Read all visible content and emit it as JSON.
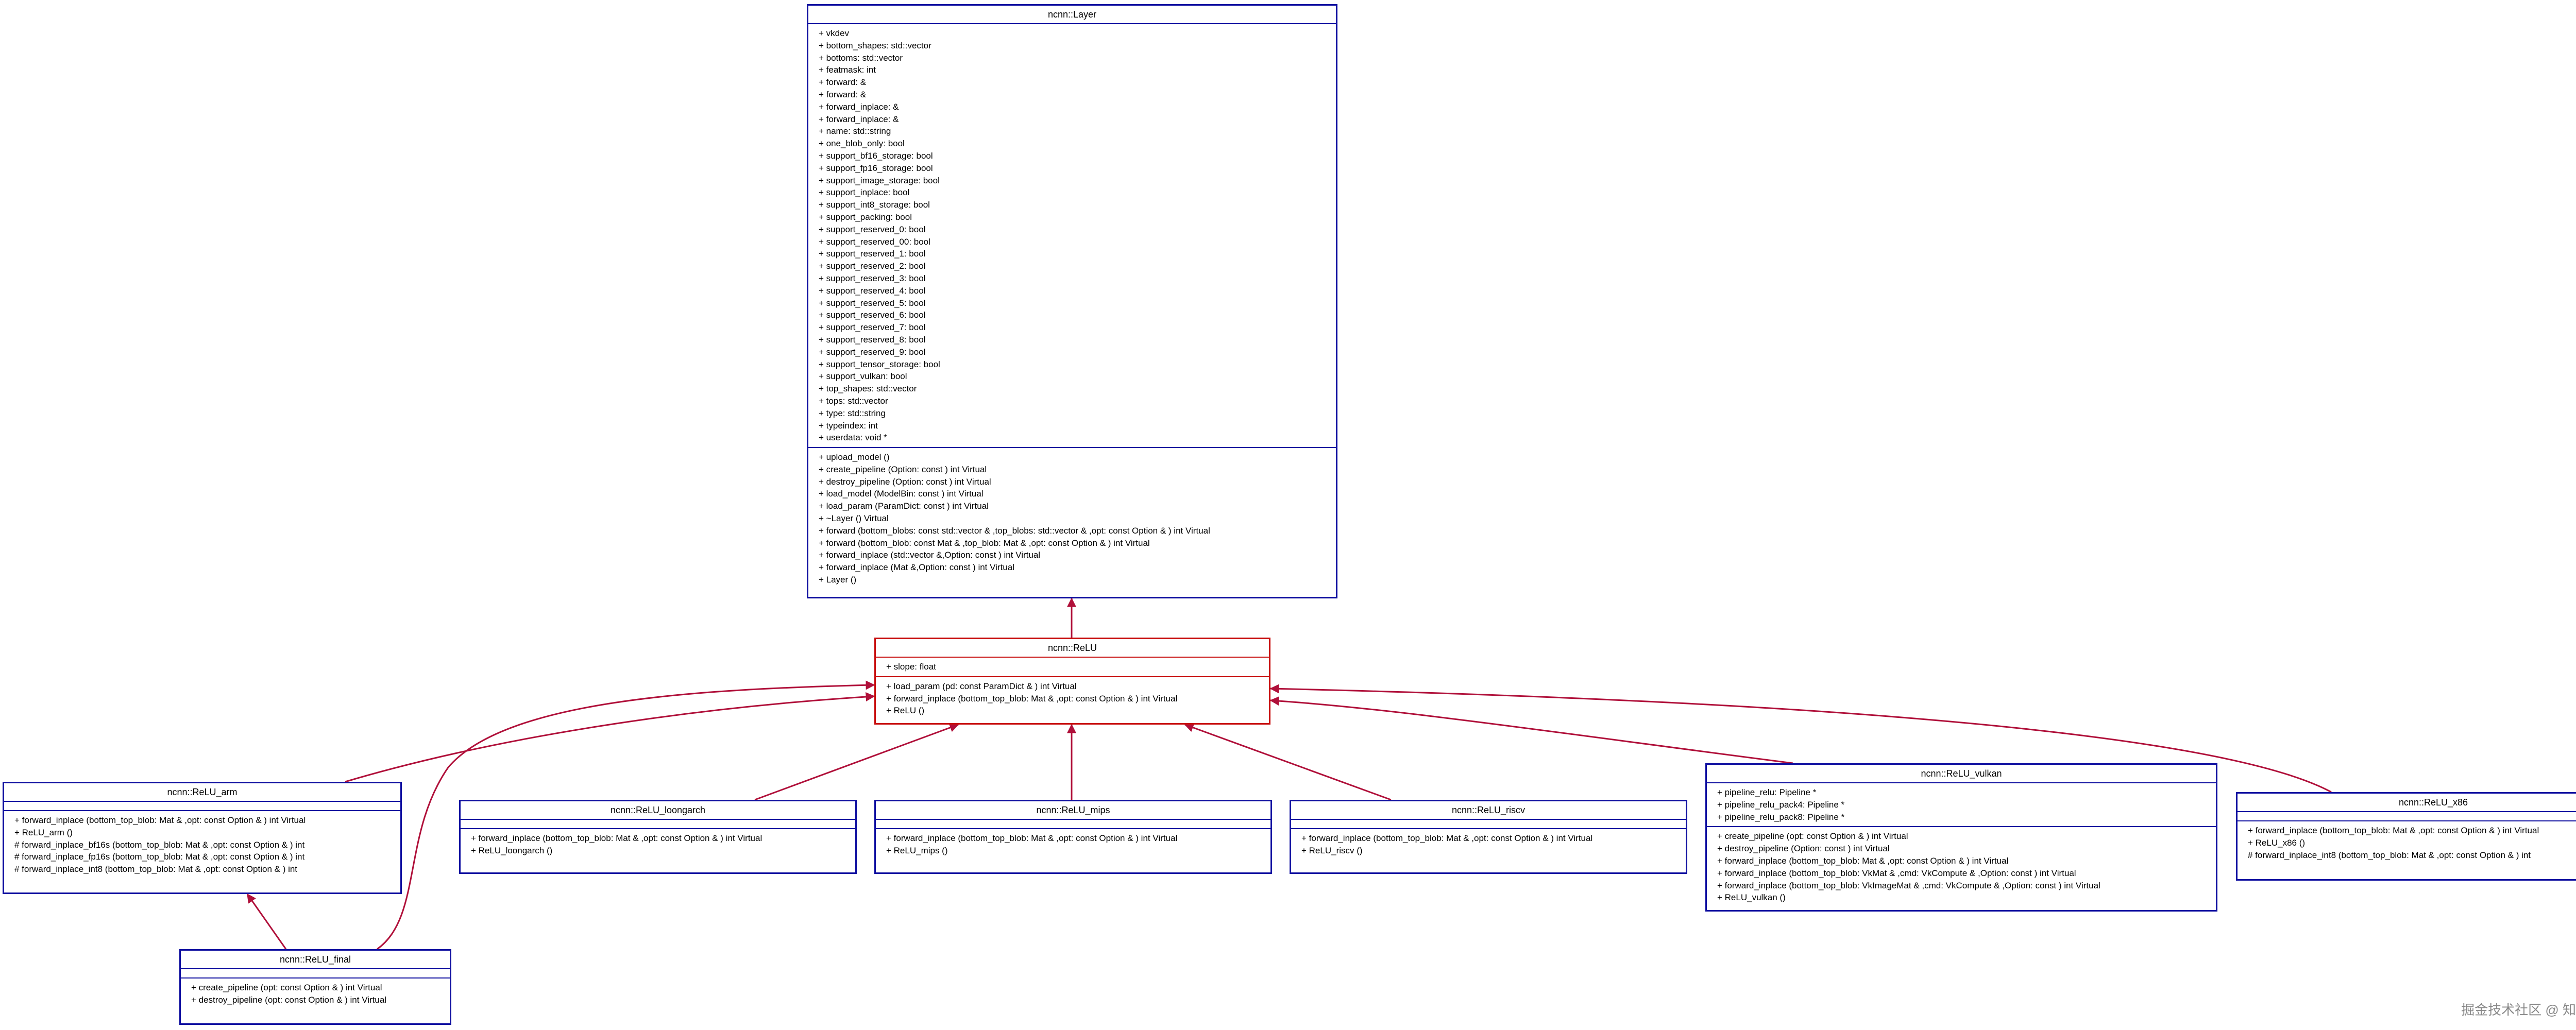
{
  "colors": {
    "class_border": "#1010a0",
    "focus_border": "#c81010",
    "arrow": "#b0103a"
  },
  "classes": {
    "layer": {
      "name": "ncnn::Layer",
      "attributes": [
        "+ vkdev",
        "+ bottom_shapes: std::vector",
        "+ bottoms: std::vector",
        "+ featmask: int",
        "+ forward: &",
        "+ forward: &",
        "+ forward_inplace: &",
        "+ forward_inplace: &",
        "+ name: std::string",
        "+ one_blob_only: bool",
        "+ support_bf16_storage: bool",
        "+ support_fp16_storage: bool",
        "+ support_image_storage: bool",
        "+ support_inplace: bool",
        "+ support_int8_storage: bool",
        "+ support_packing: bool",
        "+ support_reserved_0: bool",
        "+ support_reserved_00: bool",
        "+ support_reserved_1: bool",
        "+ support_reserved_2: bool",
        "+ support_reserved_3: bool",
        "+ support_reserved_4: bool",
        "+ support_reserved_5: bool",
        "+ support_reserved_6: bool",
        "+ support_reserved_7: bool",
        "+ support_reserved_8: bool",
        "+ support_reserved_9: bool",
        "+ support_tensor_storage: bool",
        "+ support_vulkan: bool",
        "+ top_shapes: std::vector",
        "+ tops: std::vector",
        "+ type: std::string",
        "+ typeindex: int",
        "+ userdata: void *"
      ],
      "methods": [
        "+ upload_model ()",
        "+ create_pipeline (Option: const ) int Virtual",
        "+ destroy_pipeline (Option: const ) int Virtual",
        "+ load_model (ModelBin: const ) int Virtual",
        "+ load_param (ParamDict: const ) int Virtual",
        "+ ~Layer () Virtual",
        "+ forward (bottom_blobs: const std::vector & ,top_blobs: std::vector & ,opt: const Option & ) int Virtual",
        "+ forward (bottom_blob: const Mat & ,top_blob: Mat & ,opt: const Option & ) int Virtual",
        "+ forward_inplace (std::vector &,Option: const ) int Virtual",
        "+ forward_inplace (Mat &,Option: const ) int Virtual",
        "+ Layer ()"
      ]
    },
    "relu": {
      "name": "ncnn::ReLU",
      "attributes": [
        "+ slope: float"
      ],
      "methods": [
        "+ load_param (pd: const ParamDict & ) int Virtual",
        "+ forward_inplace (bottom_top_blob: Mat & ,opt: const Option & ) int Virtual",
        "+ ReLU ()"
      ]
    },
    "relu_arm": {
      "name": "ncnn::ReLU_arm",
      "attributes": [],
      "methods": [
        "+ forward_inplace (bottom_top_blob: Mat & ,opt: const Option & ) int Virtual",
        "+ ReLU_arm ()",
        "# forward_inplace_bf16s (bottom_top_blob: Mat & ,opt: const Option & ) int",
        "# forward_inplace_fp16s (bottom_top_blob: Mat & ,opt: const Option & ) int",
        "# forward_inplace_int8 (bottom_top_blob: Mat & ,opt: const Option & ) int"
      ]
    },
    "relu_loongarch": {
      "name": "ncnn::ReLU_loongarch",
      "attributes": [],
      "methods": [
        "+ forward_inplace (bottom_top_blob: Mat & ,opt: const Option & ) int Virtual",
        "+ ReLU_loongarch ()"
      ]
    },
    "relu_mips": {
      "name": "ncnn::ReLU_mips",
      "attributes": [],
      "methods": [
        "+ forward_inplace (bottom_top_blob: Mat & ,opt: const Option & ) int Virtual",
        "+ ReLU_mips ()"
      ]
    },
    "relu_riscv": {
      "name": "ncnn::ReLU_riscv",
      "attributes": [],
      "methods": [
        "+ forward_inplace (bottom_top_blob: Mat & ,opt: const Option & ) int Virtual",
        "+ ReLU_riscv ()"
      ]
    },
    "relu_vulkan": {
      "name": "ncnn::ReLU_vulkan",
      "attributes": [
        "+ pipeline_relu: Pipeline *",
        "+ pipeline_relu_pack4: Pipeline *",
        "+ pipeline_relu_pack8: Pipeline *"
      ],
      "methods": [
        "+ create_pipeline (opt: const Option & ) int Virtual",
        "+ destroy_pipeline (Option: const ) int Virtual",
        "+ forward_inplace (bottom_top_blob: Mat & ,opt: const Option & ) int Virtual",
        "+ forward_inplace (bottom_top_blob: VkMat & ,cmd: VkCompute & ,Option: const ) int Virtual",
        "+ forward_inplace (bottom_top_blob: VkImageMat & ,cmd: VkCompute & ,Option: const ) int Virtual",
        "+ ReLU_vulkan ()"
      ]
    },
    "relu_x86": {
      "name": "ncnn::ReLU_x86",
      "attributes": [],
      "methods": [
        "+ forward_inplace (bottom_top_blob: Mat & ,opt: const Option & ) int Virtual",
        "+ ReLU_x86 ()",
        "# forward_inplace_int8 (bottom_top_blob: Mat & ,opt: const Option & ) int"
      ]
    },
    "relu_final": {
      "name": "ncnn::ReLU_final",
      "attributes": [],
      "methods": [
        "+ create_pipeline (opt: const Option & ) int Virtual",
        "+ destroy_pipeline (opt: const Option & ) int Virtual"
      ]
    }
  },
  "watermark": "掘金技术社区 @ 知不可乎"
}
